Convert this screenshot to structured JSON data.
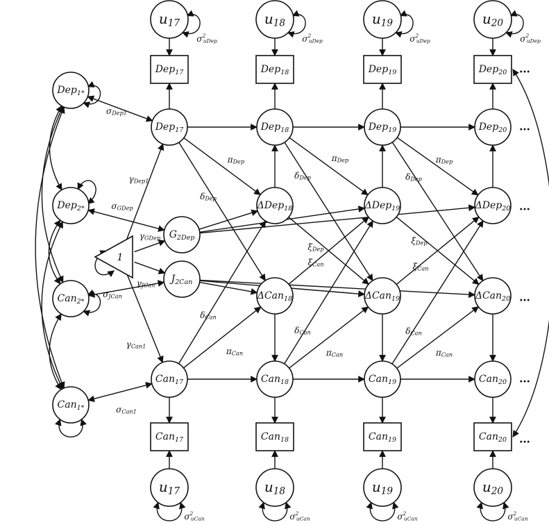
{
  "latent_rows": {
    "u_top": [
      {
        "base": "u",
        "sub": "17"
      },
      {
        "base": "u",
        "sub": "18"
      },
      {
        "base": "u",
        "sub": "19"
      },
      {
        "base": "u",
        "sub": "20"
      }
    ],
    "u_bottom": [
      {
        "base": "u",
        "sub": "17"
      },
      {
        "base": "u",
        "sub": "18"
      },
      {
        "base": "u",
        "sub": "19"
      },
      {
        "base": "u",
        "sub": "20"
      }
    ],
    "dep_obs": [
      {
        "base": "Dep",
        "sub": "17"
      },
      {
        "base": "Dep",
        "sub": "18"
      },
      {
        "base": "Dep",
        "sub": "19"
      },
      {
        "base": "Dep",
        "sub": "20"
      }
    ],
    "dep_lat": [
      {
        "base": "Dep",
        "sub": "17"
      },
      {
        "base": "Dep",
        "sub": "18"
      },
      {
        "base": "Dep",
        "sub": "19"
      },
      {
        "base": "Dep",
        "sub": "20"
      }
    ],
    "ddep": [
      {
        "base": "ΔDep",
        "sub": "18"
      },
      {
        "base": "ΔDep",
        "sub": "19"
      },
      {
        "base": "ΔDep",
        "sub": "20"
      }
    ],
    "dcan": [
      {
        "base": "ΔCan",
        "sub": "18"
      },
      {
        "base": "ΔCan",
        "sub": "19"
      },
      {
        "base": "ΔCan",
        "sub": "20"
      }
    ],
    "can_lat": [
      {
        "base": "Can",
        "sub": "17"
      },
      {
        "base": "Can",
        "sub": "18"
      },
      {
        "base": "Can",
        "sub": "19"
      },
      {
        "base": "Can",
        "sub": "20"
      }
    ],
    "can_obs": [
      {
        "base": "Can",
        "sub": "17"
      },
      {
        "base": "Can",
        "sub": "18"
      },
      {
        "base": "Can",
        "sub": "19"
      },
      {
        "base": "Can",
        "sub": "20"
      }
    ]
  },
  "left_factors": [
    {
      "base": "Dep",
      "sub": "1*"
    },
    {
      "base": "Dep",
      "sub": "2*"
    },
    {
      "base": "Can",
      "sub": "2*"
    },
    {
      "base": "Can",
      "sub": "1*"
    }
  ],
  "middle_factors": {
    "g2dep": {
      "base": "G",
      "sub": "2Dep"
    },
    "j2can": {
      "base": "J",
      "sub": "2Can"
    },
    "constant": "1"
  },
  "variance_labels": {
    "u_dep": {
      "base": "σ",
      "sup": "2",
      "sub": "uDep"
    },
    "u_can": {
      "base": "σ",
      "sup": "2",
      "sub": "uCan"
    }
  },
  "path_labels": {
    "sigma_dep1": {
      "base": "σ",
      "sub": "Dep1"
    },
    "sigma_gdep": {
      "base": "σ",
      "sub": "GDep"
    },
    "sigma_jcan": {
      "base": "σ",
      "sub": "JCan"
    },
    "sigma_can1": {
      "base": "σ",
      "sub": "Can1"
    },
    "gamma_dep1": {
      "base": "γ",
      "sub": "Dep1"
    },
    "gamma_gdep": {
      "base": "γ",
      "sub": "GDep"
    },
    "gamma_jcan": {
      "base": "γ",
      "sub": "JCan"
    },
    "gamma_can1": {
      "base": "γ",
      "sub": "Can1"
    },
    "pi_dep": {
      "base": "π",
      "sub": "Dep"
    },
    "pi_can": {
      "base": "π",
      "sub": "Can"
    },
    "delta_dep": {
      "base": "δ",
      "sub": "Dep"
    },
    "delta_can": {
      "base": "δ",
      "sub": "Can"
    },
    "xi_dep": {
      "base": "ξ",
      "sub": "Dep"
    },
    "xi_can": {
      "base": "ξ",
      "sub": "Can"
    }
  },
  "continuation": "…"
}
